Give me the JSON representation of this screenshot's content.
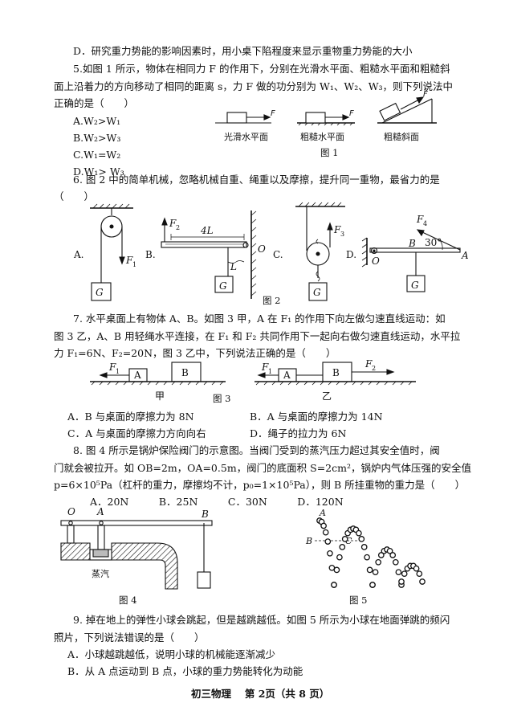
{
  "lines": {
    "l01": "D．研究重力势能的影响因素时，用小桌下陷程度来显示重物重力势能的大小",
    "l02": "5.如图 1 所示，物体在相同力 F 的作用下，分别在光滑水平面、粗糙水平面和粗糙斜",
    "l03": "面上沿着力的方向移动了相同的距离 s，力 F 做的功分别为 W₁、W₂、W₃，则下列说法中",
    "l04": "正确的是（　　）",
    "l05": "A.W₂>W₁",
    "l06": "B.W₂>W₃",
    "l07": "C.W₁=W₂",
    "l08": "D.W₁> W₃",
    "l09": "6. 图 2 中的简单机械，忽略机械自重、绳重以及摩擦，提升同一重物，最省力的是",
    "l10": "（　　）",
    "l11": "7. 水平桌面上有物体 A、B。如图 3 甲，A 在 F₁ 的作用下向左做匀速直线运动：如",
    "l12": "图 3 乙，A、B 用轻绳水平连接，在 F₁ 和 F₂ 共同作用下一起向右做匀速直线运动，水平拉",
    "l13": "力 F₁=6N、F₂=20N，图 3 乙中，下列说法正确的是（　　）",
    "l14a": "A．B 与桌面的摩擦力为 8N",
    "l14b": "B．A 与桌面的摩擦力为 14N",
    "l15a": "C．A 与桌面的摩擦力方向向右",
    "l15b": "D．绳子的拉力为 6N",
    "l16": "8. 图 4 所示是锅炉保险阀门的示意图。当阀门受到的蒸汽压力超过其安全值时，阀",
    "l17": "门就会被拉开。如 OB=2m，OA=0.5m，阀门的底面积 S=2cm²，锅炉内气体压强的安全值",
    "l18": "p=6×10⁵Pa（杠杆的重力，摩擦均不计，p₀=1×10⁵Pa），则 B 所挂重物的重力是（　　）",
    "l19": "A．20N　　　B．25N　　　C．30N　　　D．120N",
    "l20": "9. 掉在地上的弹性小球会跳起，但是越跳越低。如图 5 所示为小球在地面弹跳的频闪",
    "l21": "照片，下列说法错误的是（　　）",
    "l22": "A．小球越跳越低，说明小球的机械能逐渐减少",
    "l23": "B．从 A 点运动到 B 点，小球的重力势能转化为动能",
    "footer": "初三物理　 第 2页（共 8 页）"
  },
  "fig1": {
    "caption": "图 1",
    "labels": [
      "光滑水平面",
      "粗糙水平面",
      "粗糙斜面"
    ],
    "force": "F"
  },
  "fig2": {
    "caption": "图 2",
    "options": [
      "A.",
      "B.",
      "C.",
      "D."
    ],
    "G": "G",
    "F1": "F",
    "F1sub": "1",
    "F2": "F",
    "F2sub": "2",
    "F3": "F",
    "F3sub": "3",
    "F4": "F",
    "F4sub": "4",
    "len4L": "4L",
    "lenL": "L",
    "O": "O",
    "A": "A",
    "B": "B",
    "angle": "30°"
  },
  "fig3": {
    "caption": "图 3",
    "jia": "甲",
    "yi": "乙",
    "boxA": "A",
    "boxB": "B",
    "F1": "F",
    "F1sub": "1",
    "F2": "F",
    "F2sub": "2"
  },
  "fig4": {
    "caption": "图 4",
    "O": "O",
    "A": "A",
    "B": "B",
    "steam": "蒸汽"
  },
  "fig5": {
    "caption": "图 5",
    "A": "A",
    "B": "B",
    "C": "C"
  }
}
